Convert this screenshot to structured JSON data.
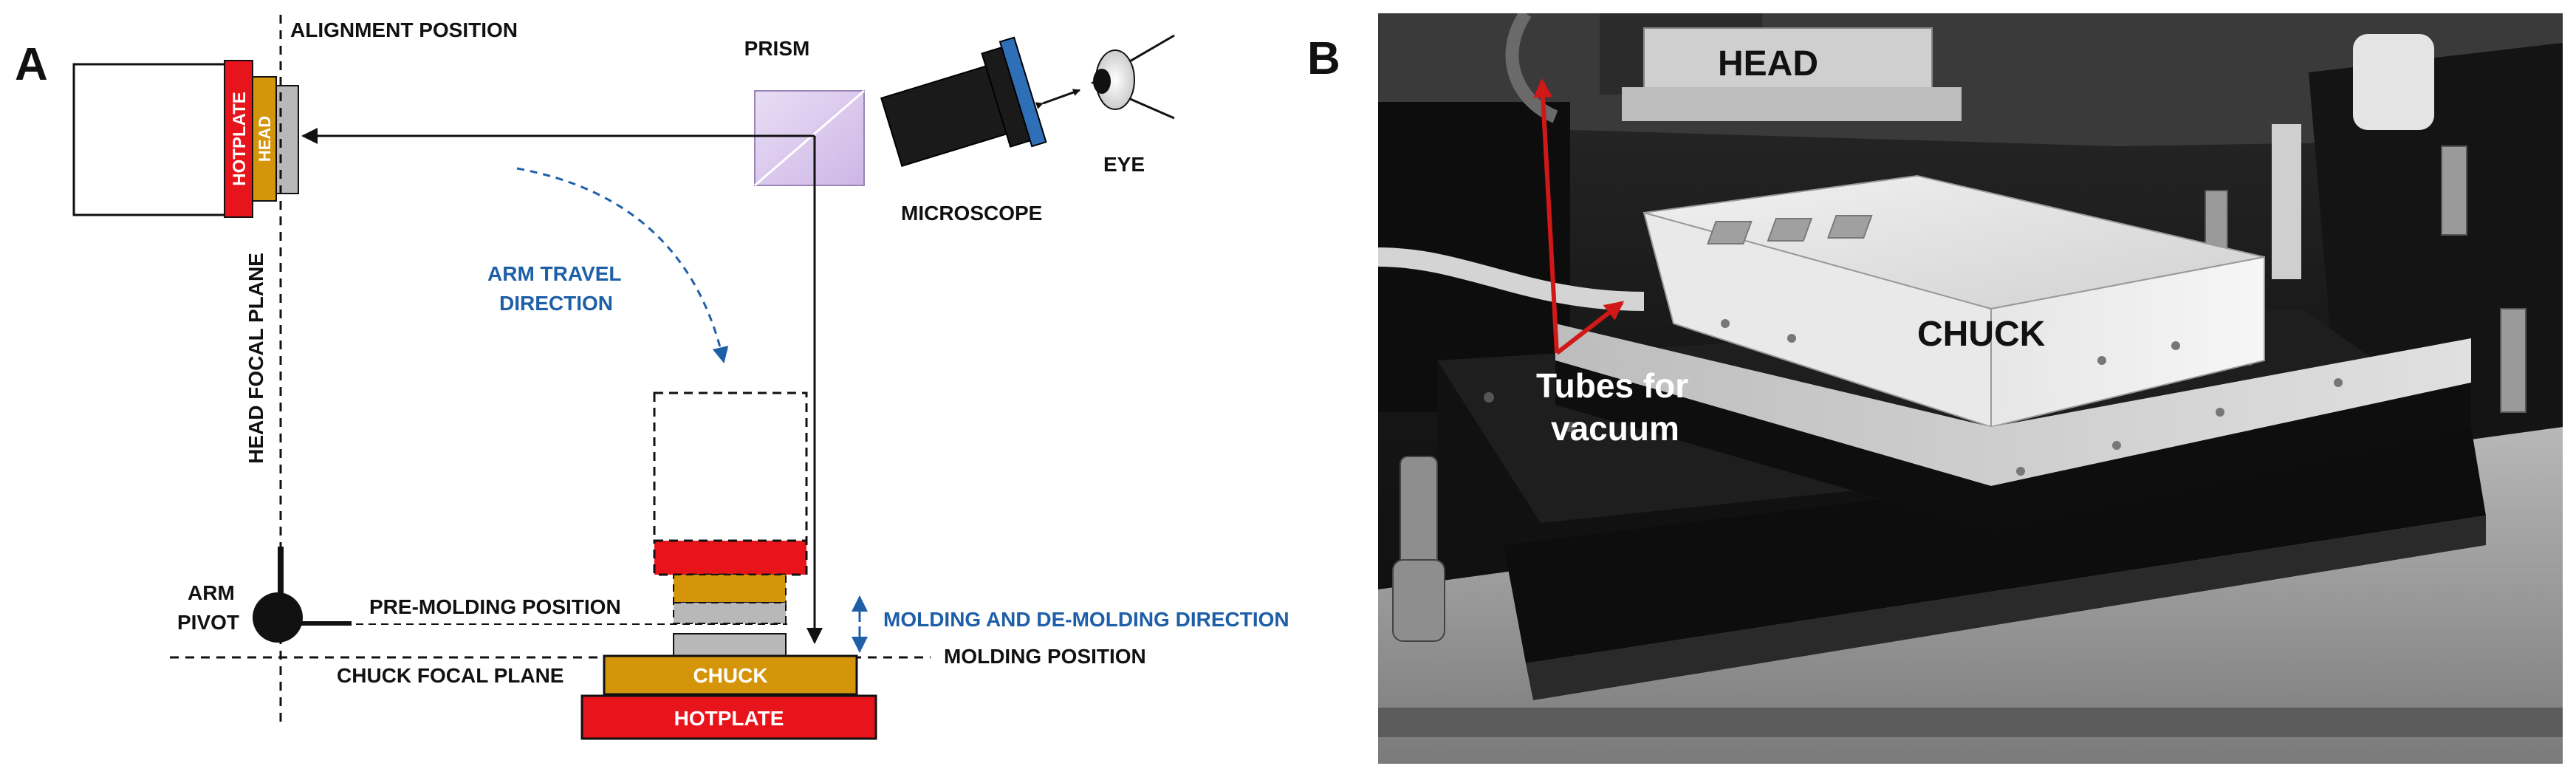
{
  "panel_a": {
    "letter": "A",
    "labels": {
      "alignment_position": "ALIGNMENT POSITION",
      "prism": "PRISM",
      "microscope": "MICROSCOPE",
      "eye": "EYE",
      "hotplate_top": "HOTPLATE",
      "head": "HEAD",
      "arm_travel_line1": "ARM TRAVEL",
      "arm_travel_line2": "DIRECTION",
      "head_focal_plane": "HEAD FOCAL PLANE",
      "arm_line1": "ARM",
      "arm_line2": "PIVOT",
      "pre_molding_position": "PRE-MOLDING POSITION",
      "molding_direction": "MOLDING AND DE-MOLDING DIRECTION",
      "molding_position": "MOLDING POSITION",
      "chuck_focal_plane": "CHUCK FOCAL PLANE",
      "chuck": "CHUCK",
      "hotplate_bottom": "HOTPLATE"
    },
    "colors": {
      "hotplate": "#e8141b",
      "chuck": "#d4950b",
      "head": "#d4950b",
      "stamp": "#b8b8b8",
      "blue": "#1f5fa8",
      "prism": "#d9c8ec"
    }
  },
  "panel_b": {
    "letter": "B",
    "labels": {
      "head": "HEAD",
      "chuck": "CHUCK",
      "tubes_line1": "Tubes for",
      "tubes_line2": "vacuum"
    },
    "arrow_color": "#d01818"
  }
}
